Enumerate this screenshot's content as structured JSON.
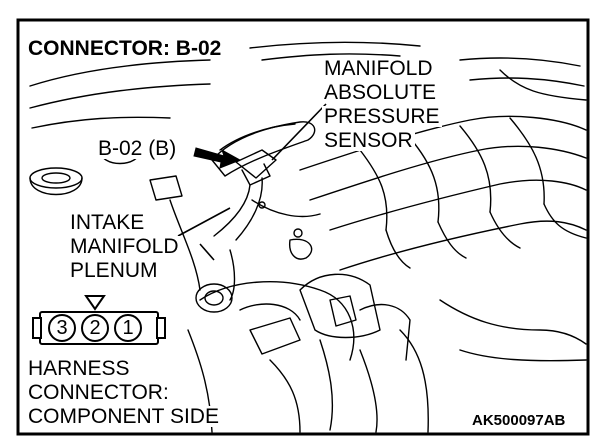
{
  "title": "CONNECTOR: B-02",
  "labels": {
    "sensor": [
      "MANIFOLD",
      "ABSOLUTE",
      "PRESSURE",
      "SENSOR"
    ],
    "connector_id": "B-02 (B)",
    "intake": [
      "INTAKE",
      "MANIFOLD",
      "PLENUM"
    ],
    "harness": [
      "HARNESS",
      "CONNECTOR:",
      "COMPONENT SIDE"
    ],
    "figure_code": "AK500097AB"
  },
  "connector_pins": [
    "3",
    "2",
    "1"
  ]
}
